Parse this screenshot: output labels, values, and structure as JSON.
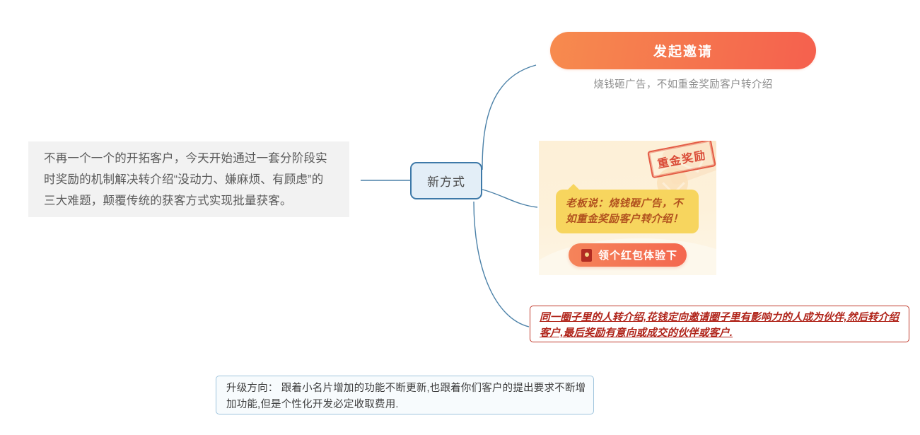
{
  "mindmap": {
    "center_node": {
      "label": "新方式",
      "border_color": "#3e79a8",
      "fill_color": "#e3eef7"
    },
    "left_note": {
      "text": "不再一个一个的开拓客户，今天开始通过一套分阶段实时奖励的机制解决转介绍“没动力、嫌麻烦、有顾虑”的三大难题，颠覆传统的获客方式实现批量获客。",
      "background": "#f2f2f2"
    },
    "branches": {
      "invite_button": {
        "label": "发起邀请",
        "caption": "烧钱砸广告，不如重金奖励客户转介绍",
        "gradient_start": "#f78b4e",
        "gradient_end": "#f5604e"
      },
      "promo_card": {
        "stamp_label": "重金奖励",
        "bubble_text": "老板说：烧钱砸广告，不如重金奖励客户转介绍！",
        "cta_label": "领个红包体验下",
        "cta_icon": "red-packet-icon",
        "background": "#fdf0d7",
        "bubble_color": "#f7d55e",
        "stamp_color": "#d8402c"
      },
      "red_note": {
        "text": "同一圈子里的人转介绍,花钱定向邀请圈子里有影响力的人成为伙伴,然后转介绍客户,最后奖励有意向或成交的伙伴或客户.",
        "border_color": "#c0392b",
        "text_color": "#b0241a"
      }
    },
    "bottom_note": {
      "text": "升级方向： 跟着小名片增加的功能不断更新,也跟着你们客户的提出要求不断增加功能,但是个性化开发必定收取费用.",
      "border_color": "#9fc4dd",
      "background": "#f7fbfd"
    },
    "connector_color": "#4b81a8"
  }
}
